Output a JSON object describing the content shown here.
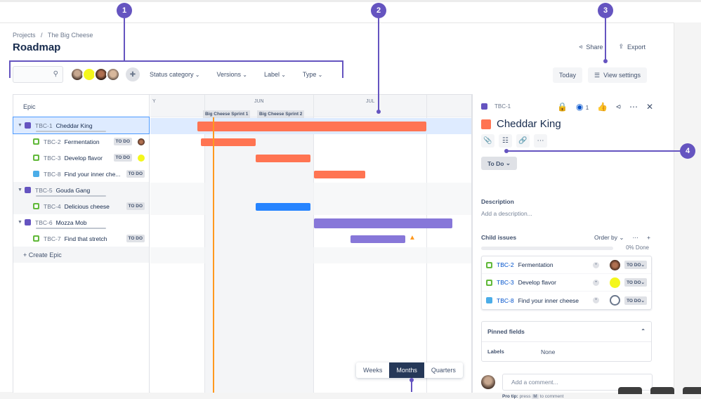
{
  "breadcrumb": {
    "projects": "Projects",
    "sep": "/",
    "project": "The Big Cheese"
  },
  "page_title": "Roadmap",
  "header_actions": {
    "share": "Share",
    "export": "Export"
  },
  "toolbar": {
    "search_placeholder": "",
    "filters": [
      "Status category",
      "Versions",
      "Label",
      "Type"
    ],
    "today": "Today",
    "view_settings": "View settings"
  },
  "epics_header": "Epic",
  "rows": [
    {
      "type": "epic",
      "key": "TBC-1",
      "title": "Cheddar King",
      "selected": true
    },
    {
      "type": "story",
      "key": "TBC-2",
      "title": "Fermentation",
      "status": "TO DO"
    },
    {
      "type": "story",
      "key": "TBC-3",
      "title": "Develop flavor",
      "status": "TO DO"
    },
    {
      "type": "task",
      "key": "TBC-8",
      "title": "Find your inner che...",
      "status": "TO DO"
    },
    {
      "type": "epic",
      "key": "TBC-5",
      "title": "Gouda Gang"
    },
    {
      "type": "story",
      "key": "TBC-4",
      "title": "Delicious cheese",
      "status": "TO DO"
    },
    {
      "type": "epic",
      "key": "TBC-6",
      "title": "Mozza Mob"
    },
    {
      "type": "story",
      "key": "TBC-7",
      "title": "Find that stretch",
      "status": "TO DO"
    }
  ],
  "create_epic": "+ Create Epic",
  "timeline": {
    "months": [
      "Y",
      "JUN",
      "JUL"
    ],
    "sprints": [
      "Big Cheese Sprint 1",
      "Big Cheese Sprint 2"
    ],
    "bar_colors": {
      "epic_cheddar": "#ff7452",
      "story_cheddar": "#ff7452",
      "gouda": "#2684ff",
      "mozza": "#8777d9"
    }
  },
  "zoom_control": {
    "options": [
      "Weeks",
      "Months",
      "Quarters"
    ],
    "selected": "Months"
  },
  "panel": {
    "key": "TBC-1",
    "watchers": "1",
    "title": "Cheddar King",
    "status": "To Do",
    "description_label": "Description",
    "description_placeholder": "Add a description...",
    "child_issues_label": "Child issues",
    "order_by": "Order by",
    "progress": "0% Done",
    "children": [
      {
        "key": "TBC-2",
        "title": "Fermentation",
        "status": "TO DO"
      },
      {
        "key": "TBC-3",
        "title": "Develop flavor",
        "status": "TO DO"
      },
      {
        "key": "TBC-8",
        "title": "Find your inner cheese",
        "status": "TO DO"
      }
    ],
    "pinned_fields": "Pinned fields",
    "labels_label": "Labels",
    "labels_value": "None",
    "comment_placeholder": "Add a comment...",
    "pro_tip_bold": "Pro tip:",
    "pro_tip_press": "press",
    "pro_tip_key": "M",
    "pro_tip_rest": "to comment"
  },
  "callouts": [
    "1",
    "2",
    "3",
    "4"
  ],
  "accent": "#6554c0"
}
